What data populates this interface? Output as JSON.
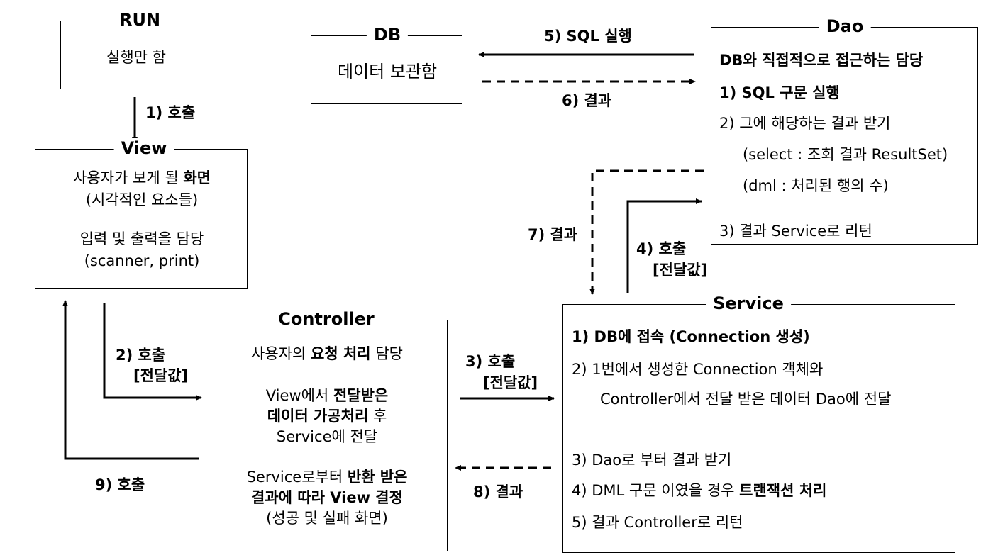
{
  "run": {
    "title": "RUN",
    "desc": "실행만 함"
  },
  "view": {
    "title": "View",
    "line1_plain": "사용자가 보게 될 ",
    "line1_bold": "화면",
    "line2": "(시각적인 요소들)",
    "line3": "입력 및 출력을 담당",
    "line4": "(scanner, print)"
  },
  "db": {
    "title": "DB",
    "desc": "데이터 보관함"
  },
  "dao": {
    "title": "Dao",
    "heading": "DB와 직접적으로 접근하는 담당",
    "item1": "1)   SQL 구문 실행",
    "item2": "2)   그에 해당하는 결과 받기",
    "item2a": "(select : 조회 결과 ResultSet)",
    "item2b": "(dml : 처리된 행의 수)",
    "item3": "3)   결과 Service로 리턴"
  },
  "controller": {
    "title": "Controller",
    "l1_a": "사용자의 ",
    "l1_b": "요청 처리",
    "l1_c": " 담당",
    "l2_a": "View에서 ",
    "l2_b": "전달받은",
    "l3_b": "데이터 가공처리",
    "l3_c": " 후",
    "l4": "Service에 전달",
    "l5_a": "Service로부터 ",
    "l5_b": "반환 받은",
    "l6_b": "결과에 따라 View 결정",
    "l7": "(성공 및 실패 화면)"
  },
  "service": {
    "title": "Service",
    "item1": "1)   DB에 접속 (Connection 생성)",
    "item2": "2)   1번에서 생성한 Connection 객체와",
    "item2b": "Controller에서 전달 받은 데이터 Dao에 전달",
    "item3": "3)   Dao로 부터 결과 받기",
    "item4_a": "4)   DML 구문 이였을 경우 ",
    "item4_b": "트랜잭션 처리",
    "item5": "5)   결과 Controller로 리턴"
  },
  "arrows": {
    "a1": "1) 호출",
    "a2_1": "2)    호출",
    "a2_2": "[전달값]",
    "a3_1": "3)    호출",
    "a3_2": "[전달값]",
    "a4_1": "4)    호출",
    "a4_2": "[전달값]",
    "a5": "5) SQL 실행",
    "a6": "6) 결과",
    "a7": "7) 결과",
    "a8": "8) 결과",
    "a9": "9) 호출"
  }
}
